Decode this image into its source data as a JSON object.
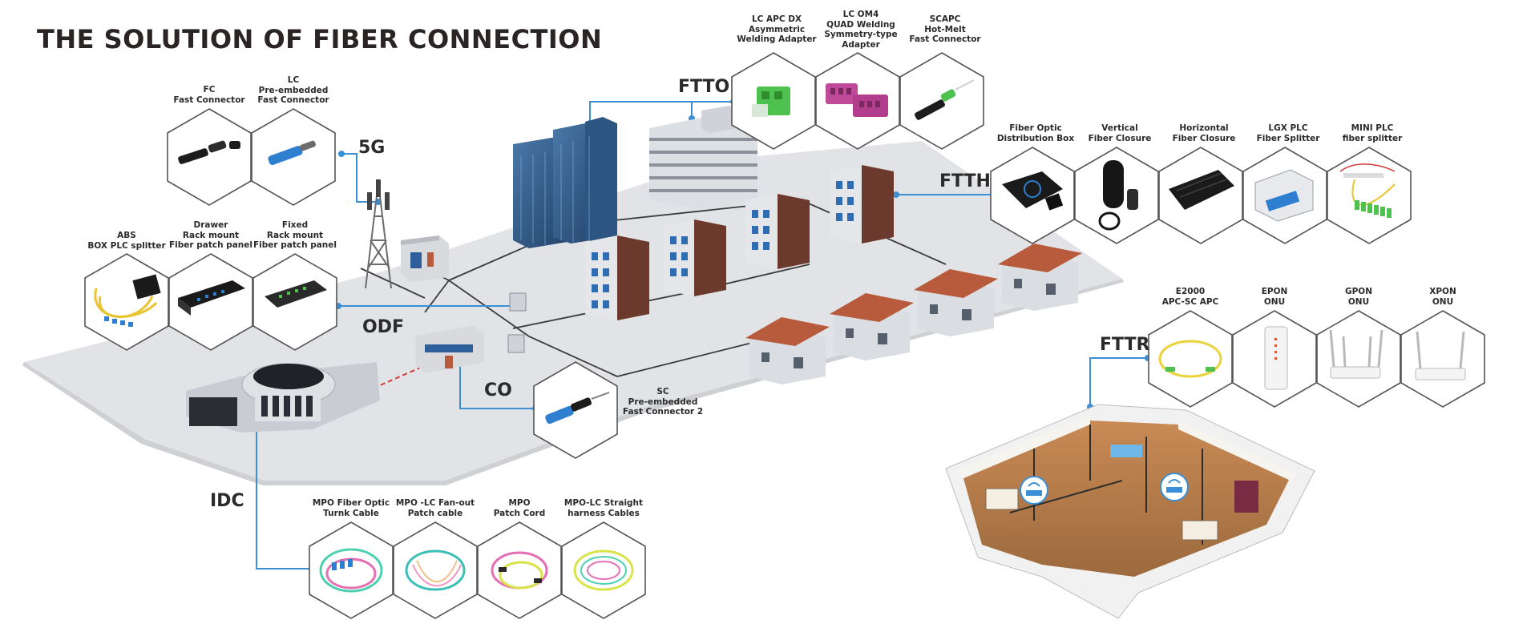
{
  "title": "THE SOLUTION OF FIBER CONNECTION",
  "sections": {
    "5g": "5G",
    "ftto": "FTTO",
    "ftth": "FTTH",
    "odf": "ODF",
    "co": "CO",
    "fttr": "FTTR",
    "idc": "IDC"
  },
  "products": {
    "fc": "FC\nFast Connector",
    "lc_pre": "LC\nPre-embedded\nFast Connector",
    "lc_apc": "LC APC DX\nAsymmetric\nWelding Adapter",
    "lc_om4": "LC OM4\nQUAD Welding\nSymmetry-type\nAdapter",
    "scapc": "SCAPC\nHot-Melt\nFast Connector",
    "fodb": "Fiber Optic\nDistribution Box",
    "vfc": "Vertical\nFiber Closure",
    "hfc": "Horizontal\nFiber Closure",
    "lgx": "LGX PLC\nFiber Splitter",
    "mini": "MINI PLC\nfiber splitter",
    "abs": "ABS\nBOX PLC splitter",
    "drawer": "Drawer\nRack mount\nFiber patch panel",
    "fixed": "Fixed\nRack mount\nFiber patch panel",
    "sc_pre": "SC\nPre-embedded\nFast Connector 2",
    "e2000": "E2000\nAPC-SC APC",
    "epon": "EPON\nONU",
    "gpon": "GPON\nONU",
    "xpon": "XPON\nONU",
    "mpo_trunk": "MPO Fiber Optic\nTurnk Cable",
    "mpo_lc_fan": "MPO -LC Fan-out\nPatch cable",
    "mpo_cord": "MPO\nPatch Cord",
    "mpo_lc_str": "MPO-LC Straight\nharness Cables"
  },
  "colors": {
    "accent": "#3a8fd6",
    "ground": "#e2e3e6",
    "roof": "#b85a3c",
    "connector_blue": "#2f7fd0",
    "adapter_green": "#4fc14f",
    "adapter_magenta": "#c04a9a",
    "cable_yellow": "#e8c530"
  }
}
